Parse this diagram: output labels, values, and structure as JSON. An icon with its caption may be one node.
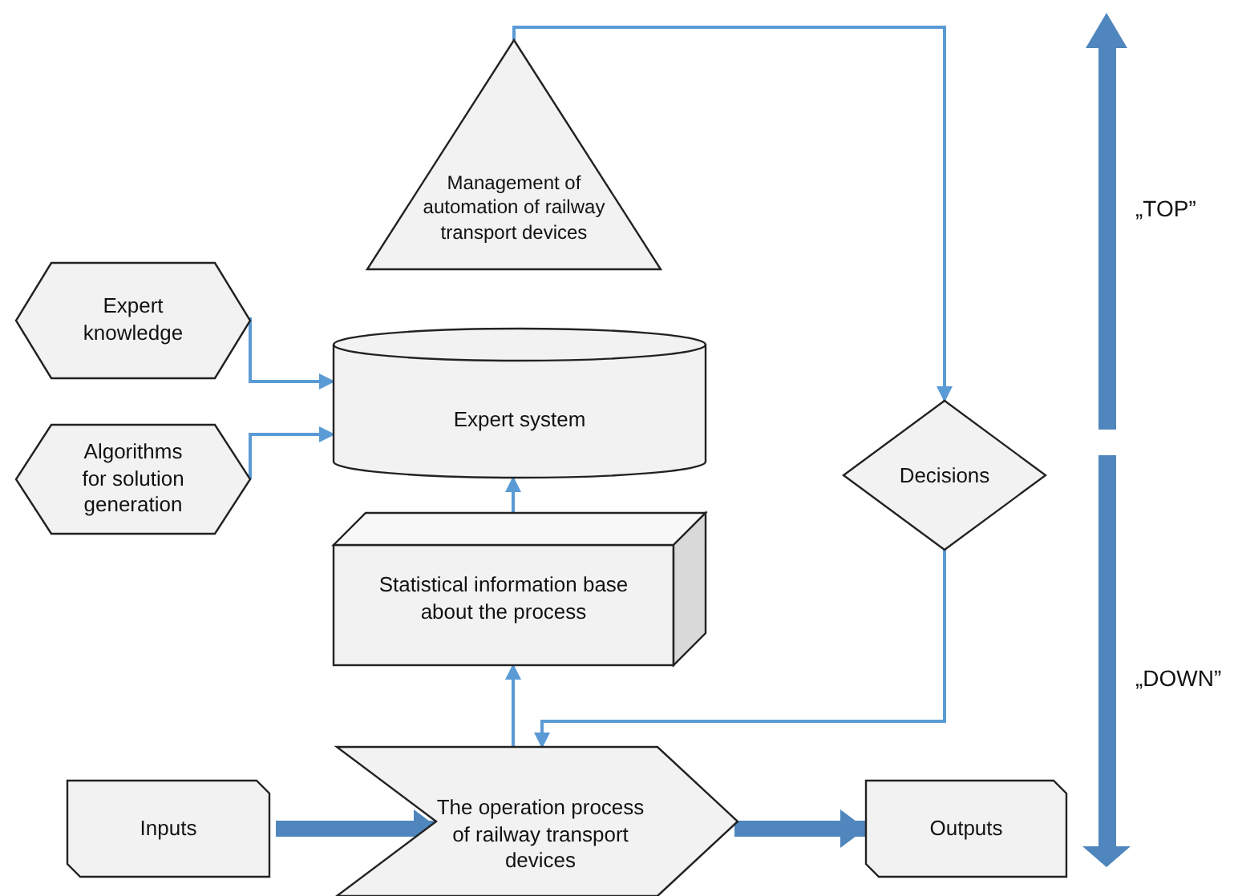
{
  "diagram": {
    "nodes": [
      {
        "text": [
          "Management of automation of railway transport devices"
        ]
      },
      {
        "text": [
          "Expert knowledge"
        ]
      },
      {
        "text": [
          "Expert system"
        ]
      },
      {
        "text": [
          "Algorithms for solution generation"
        ]
      },
      {
        "text": [
          "Decisions"
        ]
      },
      {
        "text": [
          "Statistical information base about the process"
        ]
      },
      {
        "text": [
          "Inputs"
        ]
      },
      {
        "text": [
          "The operation process of railway transport devices"
        ]
      },
      {
        "text": [
          "Outputs"
        ]
      }
    ],
    "edges": [
      {
        "from": 0,
        "to": 4,
        "arrow": "to"
      },
      {
        "from": 1,
        "to": 2,
        "arrow": "to"
      },
      {
        "from": 3,
        "to": 2,
        "arrow": "to"
      },
      {
        "from": 5,
        "to": 2,
        "arrow": "to"
      },
      {
        "from": 4,
        "to": 7,
        "arrow": "to"
      },
      {
        "from": 7,
        "to": 5,
        "arrow": "to"
      },
      {
        "from": 6,
        "to": 7,
        "arrow": "to",
        "style": "thick",
        "color": "#4f86bd"
      },
      {
        "from": 7,
        "to": 8,
        "arrow": "to",
        "style": "thick",
        "color": "#4f86bd"
      }
    ],
    "labels": [
      "„TOP”",
      "„DOWN”"
    ]
  }
}
